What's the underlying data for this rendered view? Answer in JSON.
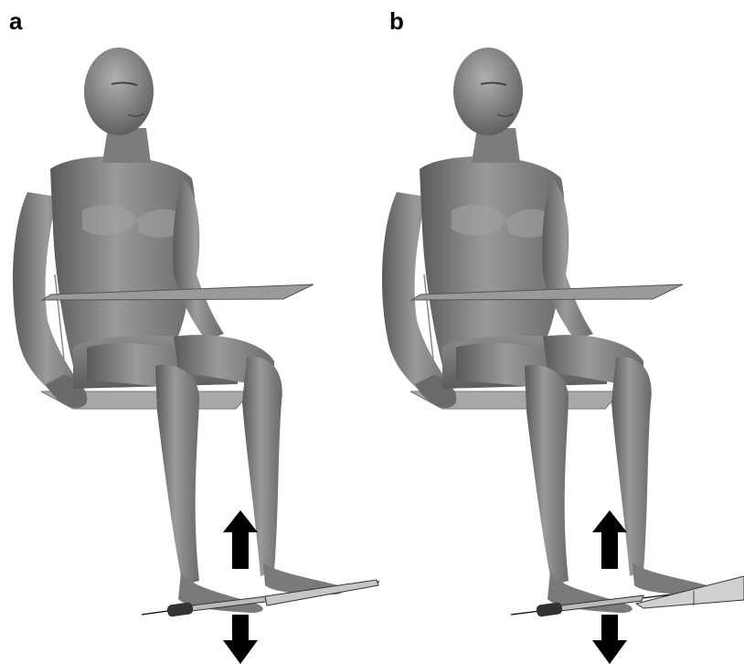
{
  "panels": [
    {
      "label": "a",
      "pedal_state": "flat"
    },
    {
      "label": "b",
      "pedal_state": "tilted"
    }
  ],
  "arrows": {
    "up_icon": "arrow-up-icon",
    "down_icon": "arrow-down-icon"
  },
  "colors": {
    "skin": "#8a8a8a",
    "skin_light": "#b0b0b0",
    "skin_dark": "#4a4a4a",
    "plate": "#b8b8b8",
    "arrow": "#000000"
  }
}
